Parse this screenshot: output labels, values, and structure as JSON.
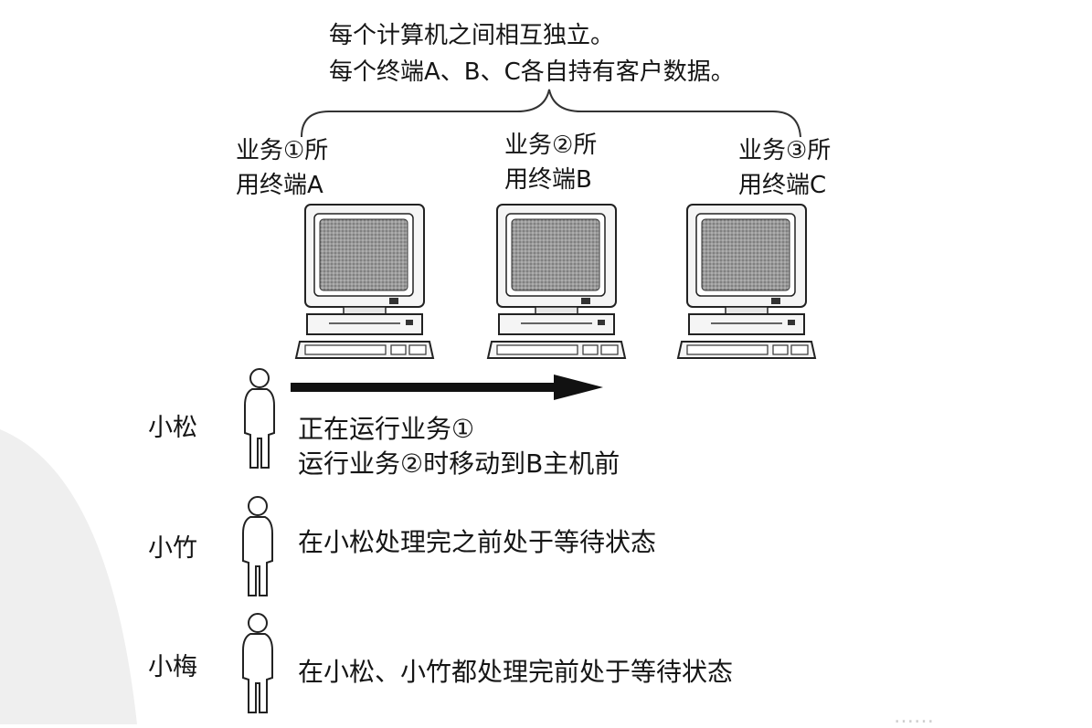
{
  "header": {
    "line1": "每个计算机之间相互独立。",
    "line2": "每个终端A、B、C各自持有客户数据。"
  },
  "terminals": [
    {
      "line1": "业务①所",
      "line2": "用终端A"
    },
    {
      "line1": "业务②所",
      "line2": "用终端B"
    },
    {
      "line1": "业务③所",
      "line2": "用终端C"
    }
  ],
  "people": [
    {
      "name": "小松",
      "desc1": "正在运行业务①",
      "desc2": "运行业务②时移动到B主机前"
    },
    {
      "name": "小竹",
      "desc1": "在小松处理完之前处于等待状态"
    },
    {
      "name": "小梅",
      "desc1": "在小松、小竹都处理完前处于等待状态"
    }
  ],
  "watermark": "……"
}
